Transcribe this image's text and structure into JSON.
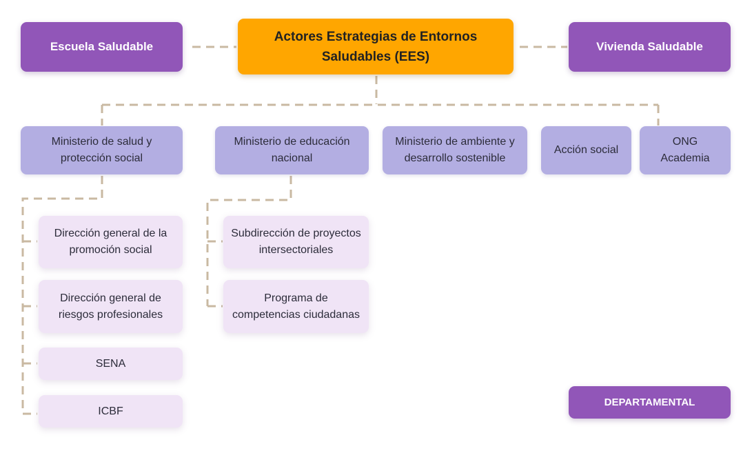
{
  "colors": {
    "top_box": "#ffa600",
    "side_boxes": "#9156b8",
    "level1_boxes": "#b3aee2",
    "level2_boxes": "#f0e4f6",
    "connector": "#c9b9a2"
  },
  "center": {
    "line1": "Actores Estrategias de Entornos",
    "line2": "Saludables (EES)"
  },
  "left_side": {
    "label": "Escuela Saludable"
  },
  "right_side": {
    "label": "Vivienda Saludable"
  },
  "level1": [
    {
      "line1": "Ministerio de salud y",
      "line2": "protección social"
    },
    {
      "line1": "Ministerio de educación",
      "line2": "nacional"
    },
    {
      "line1": "Ministerio de ambiente y",
      "line2": "desarrollo sostenible"
    },
    {
      "line1": "Acción social"
    },
    {
      "line1": "ONG",
      "line2": "Academia"
    }
  ],
  "salud_children": [
    {
      "line1": "Dirección general de la",
      "line2": "promoción social"
    },
    {
      "line1": "Dirección general de",
      "line2": "riesgos profesionales"
    },
    {
      "line1": "SENA"
    },
    {
      "line1": "ICBF"
    }
  ],
  "educacion_children": [
    {
      "line1": "Subdirección de proyectos",
      "line2": "intersectoriales"
    },
    {
      "line1": "Programa de",
      "line2": "competencias ciudadanas"
    }
  ],
  "departamental": {
    "label": "DEPARTAMENTAL"
  }
}
